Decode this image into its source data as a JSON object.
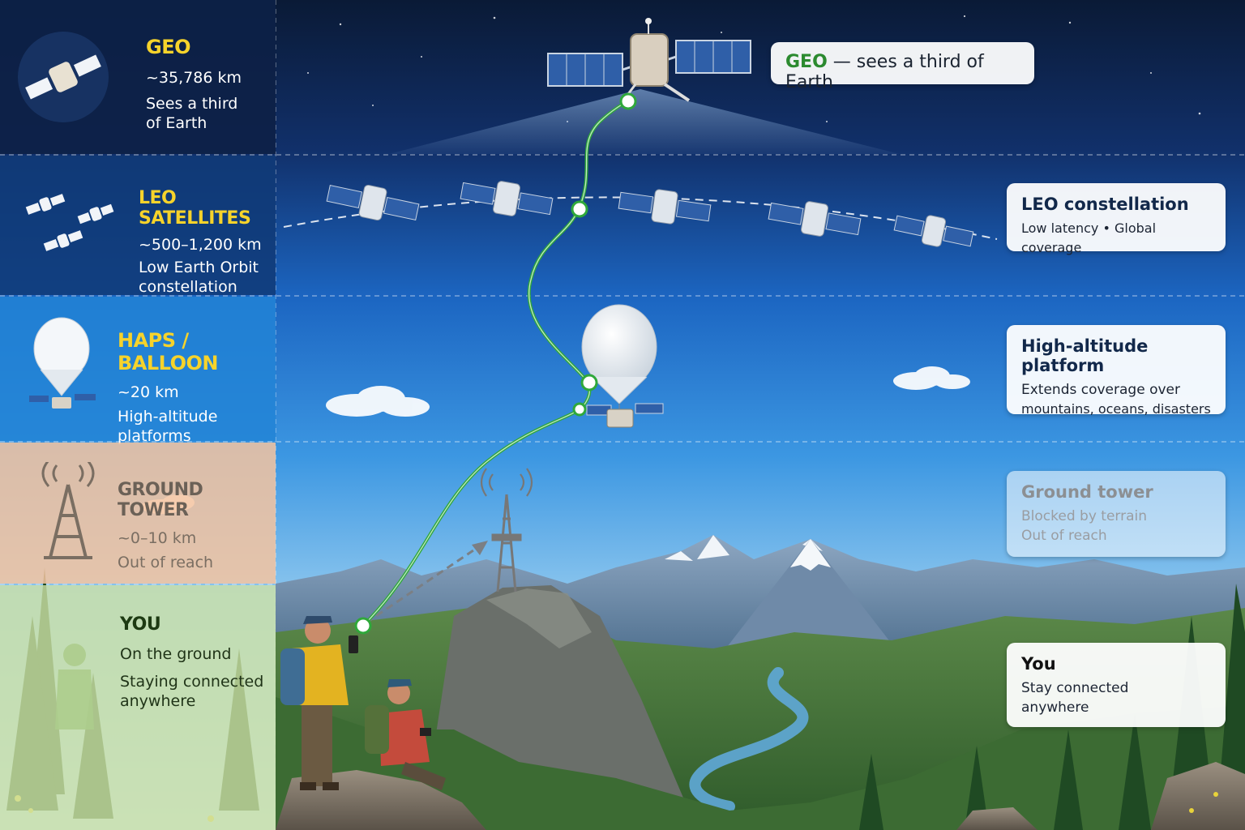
{
  "panels": {
    "geo": {
      "title": "GEO",
      "line1": "~35,786 km",
      "line2": "Sees a third",
      "line3": "of Earth"
    },
    "leo": {
      "title": "LEO SATELLITES",
      "line1": "~500–1,200 km",
      "line2": "Low Earth Orbit",
      "line3": "constellation"
    },
    "haps": {
      "title": "HAPS / BALLOON",
      "line1": "~20 km",
      "line2": "High-altitude",
      "line3": "platforms"
    },
    "tower": {
      "title": "GROUND TOWER",
      "line1": "~0–10 km",
      "line2": "Out of reach"
    },
    "you": {
      "title": "YOU",
      "line1": "On the ground",
      "line2": "Staying connected",
      "line3": "anywhere"
    }
  },
  "callouts": {
    "geo": {
      "strong": "GEO",
      "rest": " — sees a third of Earth"
    },
    "leo": {
      "title": "LEO constellation",
      "line1": "Low latency • Global coverage"
    },
    "haps": {
      "title": "High-altitude platform",
      "line1": "Extends coverage over",
      "line2": "mountains, oceans, disasters"
    },
    "tower": {
      "title": "Ground tower",
      "line1": "Blocked by terrain",
      "line2": "Out of reach"
    },
    "you": {
      "title": "You",
      "line1": "Stay connected",
      "line2": "anywhere"
    }
  },
  "colors": {
    "signal_path": "#2fa83a",
    "accent_yellow": "#f6d32b",
    "sky_top": "#0b1d3a",
    "sky_mid": "#1f78d1",
    "sky_low": "#6fb8ec"
  }
}
